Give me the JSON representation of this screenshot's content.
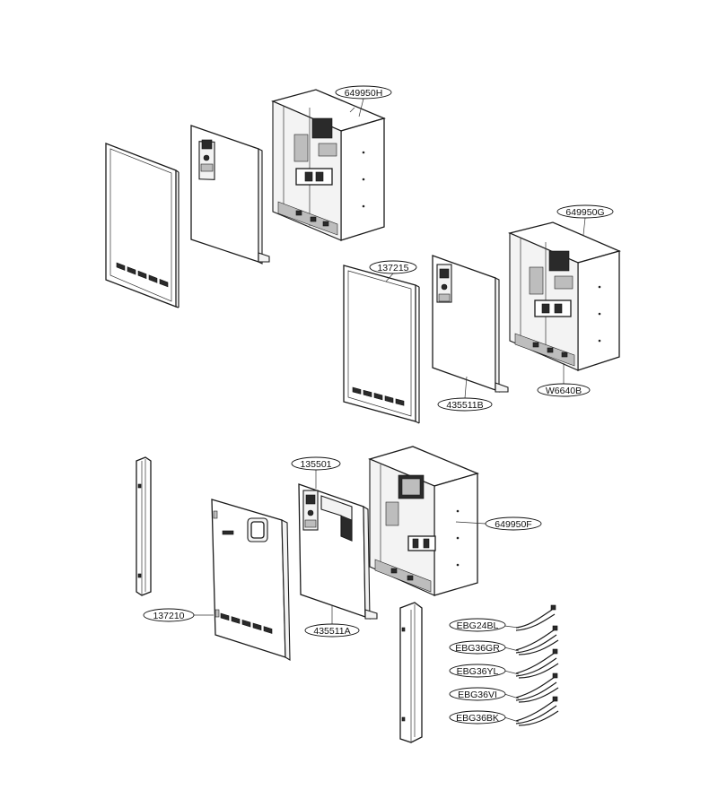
{
  "labels": {
    "cab_top": "649950H",
    "cab_mid": "649950G",
    "frame_mid": "137215",
    "door_mid": "435511B",
    "cable_mid": "W6640B",
    "bracket_low": "135501",
    "cab_low": "649950F",
    "door_low": "137210",
    "panel_low": "435511A",
    "harness1": "EBG24BL",
    "harness2": "EBG36GR",
    "harness3": "EBG36YL",
    "harness4": "EBG36VI",
    "harness5": "EBG36BK"
  }
}
